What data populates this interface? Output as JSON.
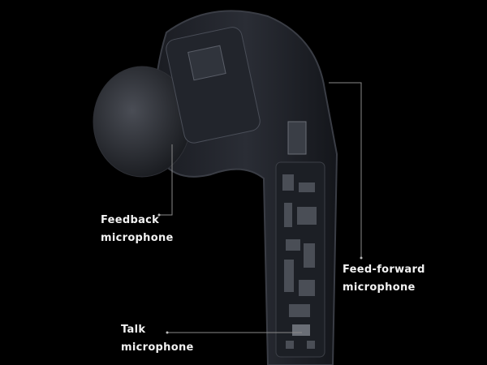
{
  "labels": {
    "feedback": {
      "line1": "Feedback",
      "line2": "microphone"
    },
    "feedforward": {
      "line1": "Feed-forward",
      "line2": "microphone"
    },
    "talk": {
      "line1": "Talk",
      "line2": "microphone"
    }
  },
  "colors": {
    "background": "#000000",
    "leader": "#8a8a8a",
    "text": "#f2f2f2"
  }
}
